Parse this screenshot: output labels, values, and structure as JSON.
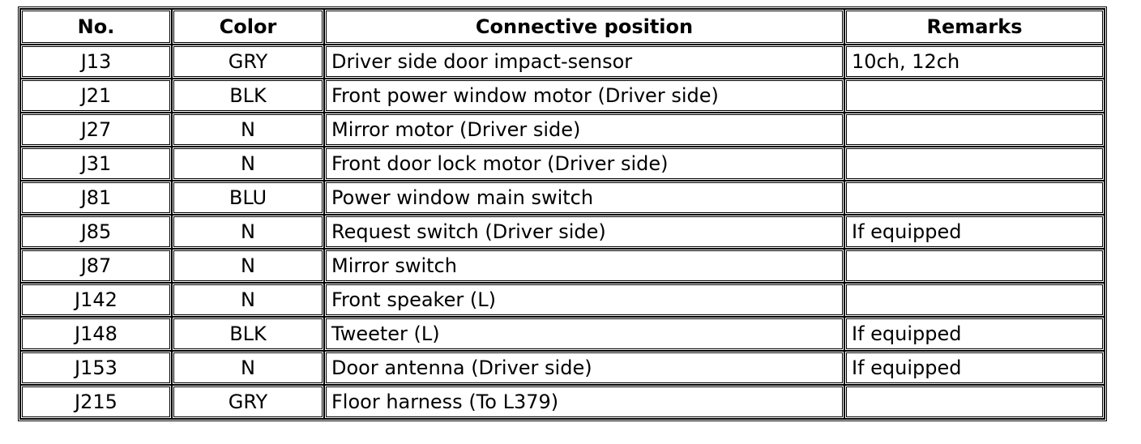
{
  "table": {
    "headers": {
      "no": "No.",
      "color": "Color",
      "position": "Connective position",
      "remarks": "Remarks"
    },
    "rows": [
      {
        "no": "J13",
        "color": "GRY",
        "position": "Driver side door impact-sensor",
        "remarks": "10ch, 12ch"
      },
      {
        "no": "J21",
        "color": "BLK",
        "position": "Front power window motor (Driver side)",
        "remarks": ""
      },
      {
        "no": "J27",
        "color": "N",
        "position": "Mirror motor (Driver side)",
        "remarks": ""
      },
      {
        "no": "J31",
        "color": "N",
        "position": "Front door lock motor (Driver side)",
        "remarks": ""
      },
      {
        "no": "J81",
        "color": "BLU",
        "position": "Power window main switch",
        "remarks": ""
      },
      {
        "no": "J85",
        "color": "N",
        "position": "Request switch (Driver side)",
        "remarks": "If equipped"
      },
      {
        "no": "J87",
        "color": "N",
        "position": "Mirror switch",
        "remarks": ""
      },
      {
        "no": "J142",
        "color": "N",
        "position": "Front speaker (L)",
        "remarks": ""
      },
      {
        "no": "J148",
        "color": "BLK",
        "position": "Tweeter (L)",
        "remarks": "If equipped"
      },
      {
        "no": "J153",
        "color": "N",
        "position": "Door antenna (Driver side)",
        "remarks": "If equipped"
      },
      {
        "no": "J215",
        "color": "GRY",
        "position": "Floor harness (To L379)",
        "remarks": ""
      }
    ]
  }
}
